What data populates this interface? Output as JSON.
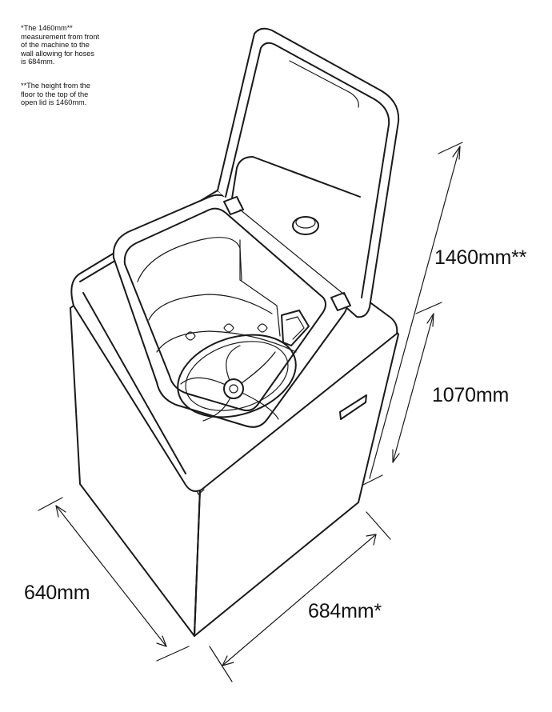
{
  "notes": {
    "note1": "*The 1460mm**\nmeasurement from front\nof the machine to the\nwall allowing for hoses\nis 684mm.",
    "note2": "**The height from the\nfloor to the top of the\nopen lid is 1460mm."
  },
  "dimensions": {
    "height_open_lid": "1460mm**",
    "height_body": "1070mm",
    "depth": "640mm",
    "width_with_hoses": "684mm*"
  }
}
